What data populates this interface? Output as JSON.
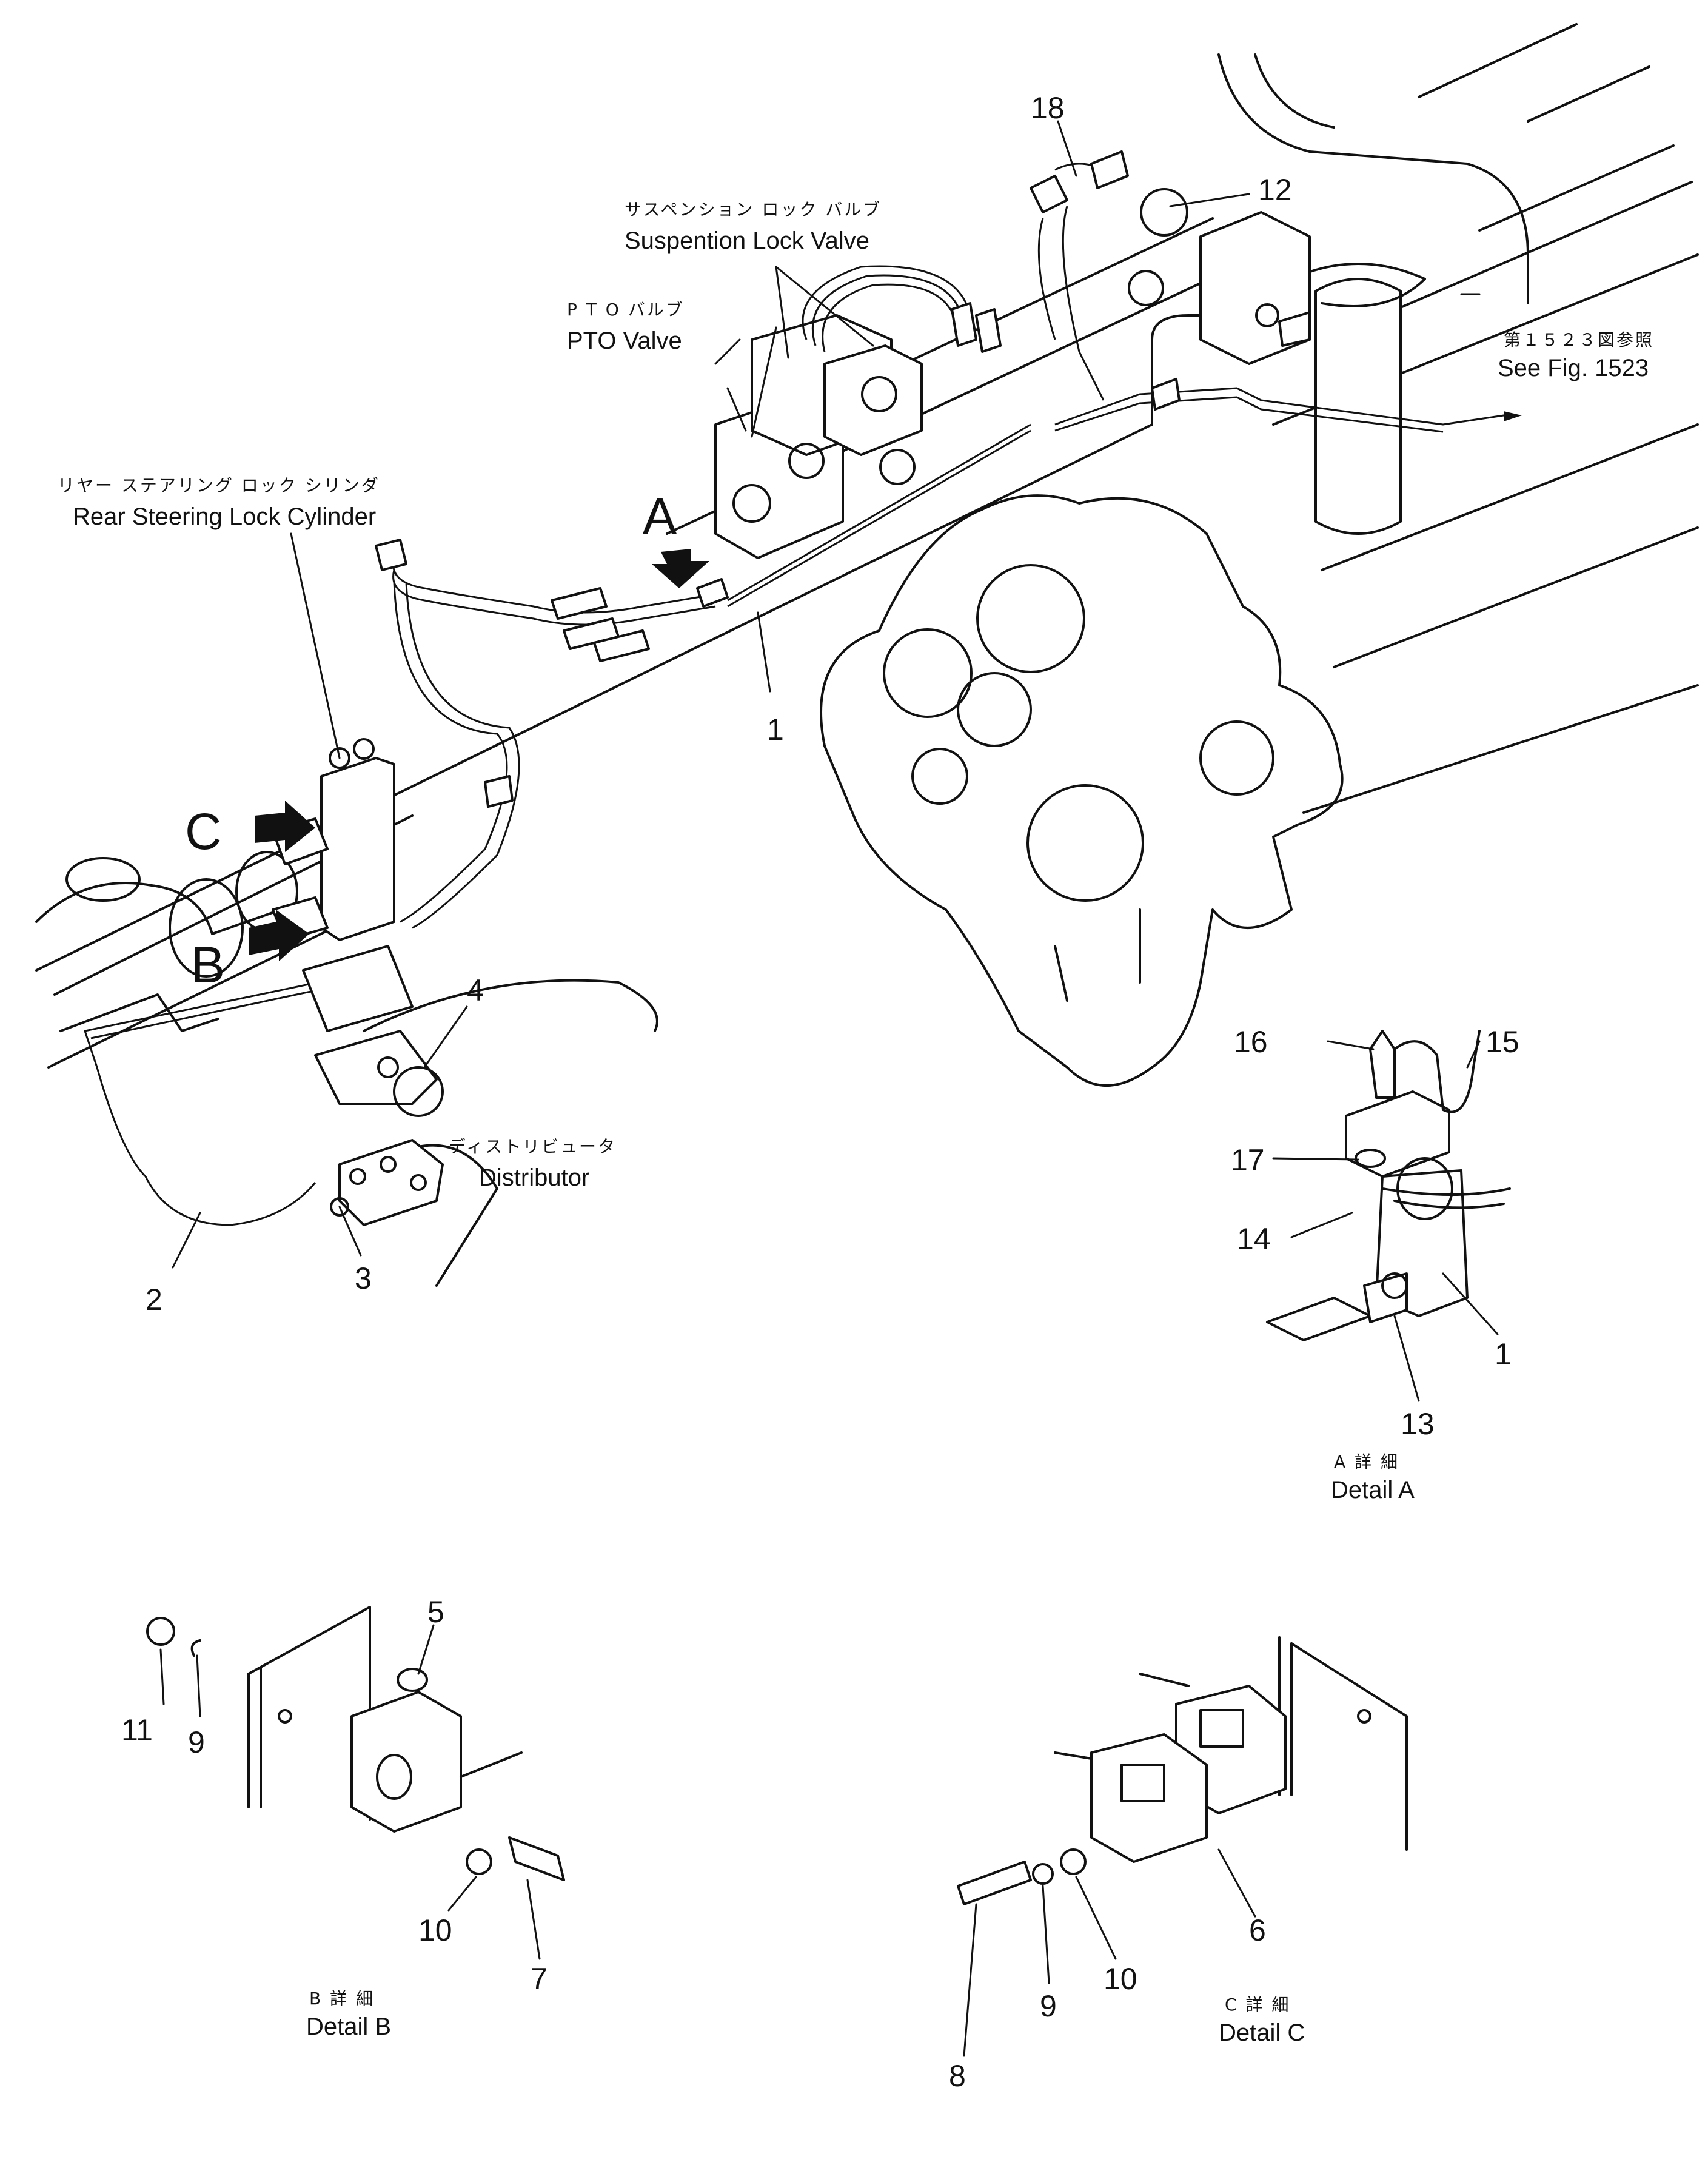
{
  "components": {
    "suspension_lock_valve": {
      "jp": "サスペンション ロック バルブ",
      "en": "Suspention Lock Valve"
    },
    "pto_valve": {
      "jp": "P T O バルブ",
      "en": "PTO Valve"
    },
    "rear_steering_lock_cylinder": {
      "jp": "リヤー ステアリング ロック シリンダ",
      "en": "Rear Steering Lock Cylinder"
    },
    "distributor": {
      "jp": "ディストリビュータ",
      "en": "Distributor"
    }
  },
  "reference": {
    "jp": "第１５２３図参照",
    "en": "See Fig. 1523"
  },
  "view_arrows": {
    "a": "A",
    "b": "B",
    "c": "C"
  },
  "details": {
    "a": {
      "jp": "A 詳 細",
      "en": "Detail A"
    },
    "b": {
      "jp": "B 詳 細",
      "en": "Detail B"
    },
    "c": {
      "jp": "C 詳 細",
      "en": "Detail C"
    }
  },
  "callouts": {
    "main_18": "18",
    "main_12": "12",
    "main_1": "1",
    "main_4": "4",
    "main_3": "3",
    "main_2": "2",
    "a_16": "16",
    "a_15": "15",
    "a_17": "17",
    "a_14": "14",
    "a_1": "1",
    "a_13": "13",
    "b_5": "5",
    "b_11": "11",
    "b_9": "9",
    "b_10": "10",
    "b_7": "7",
    "c_6": "6",
    "c_10": "10",
    "c_9": "9",
    "c_8": "8"
  }
}
